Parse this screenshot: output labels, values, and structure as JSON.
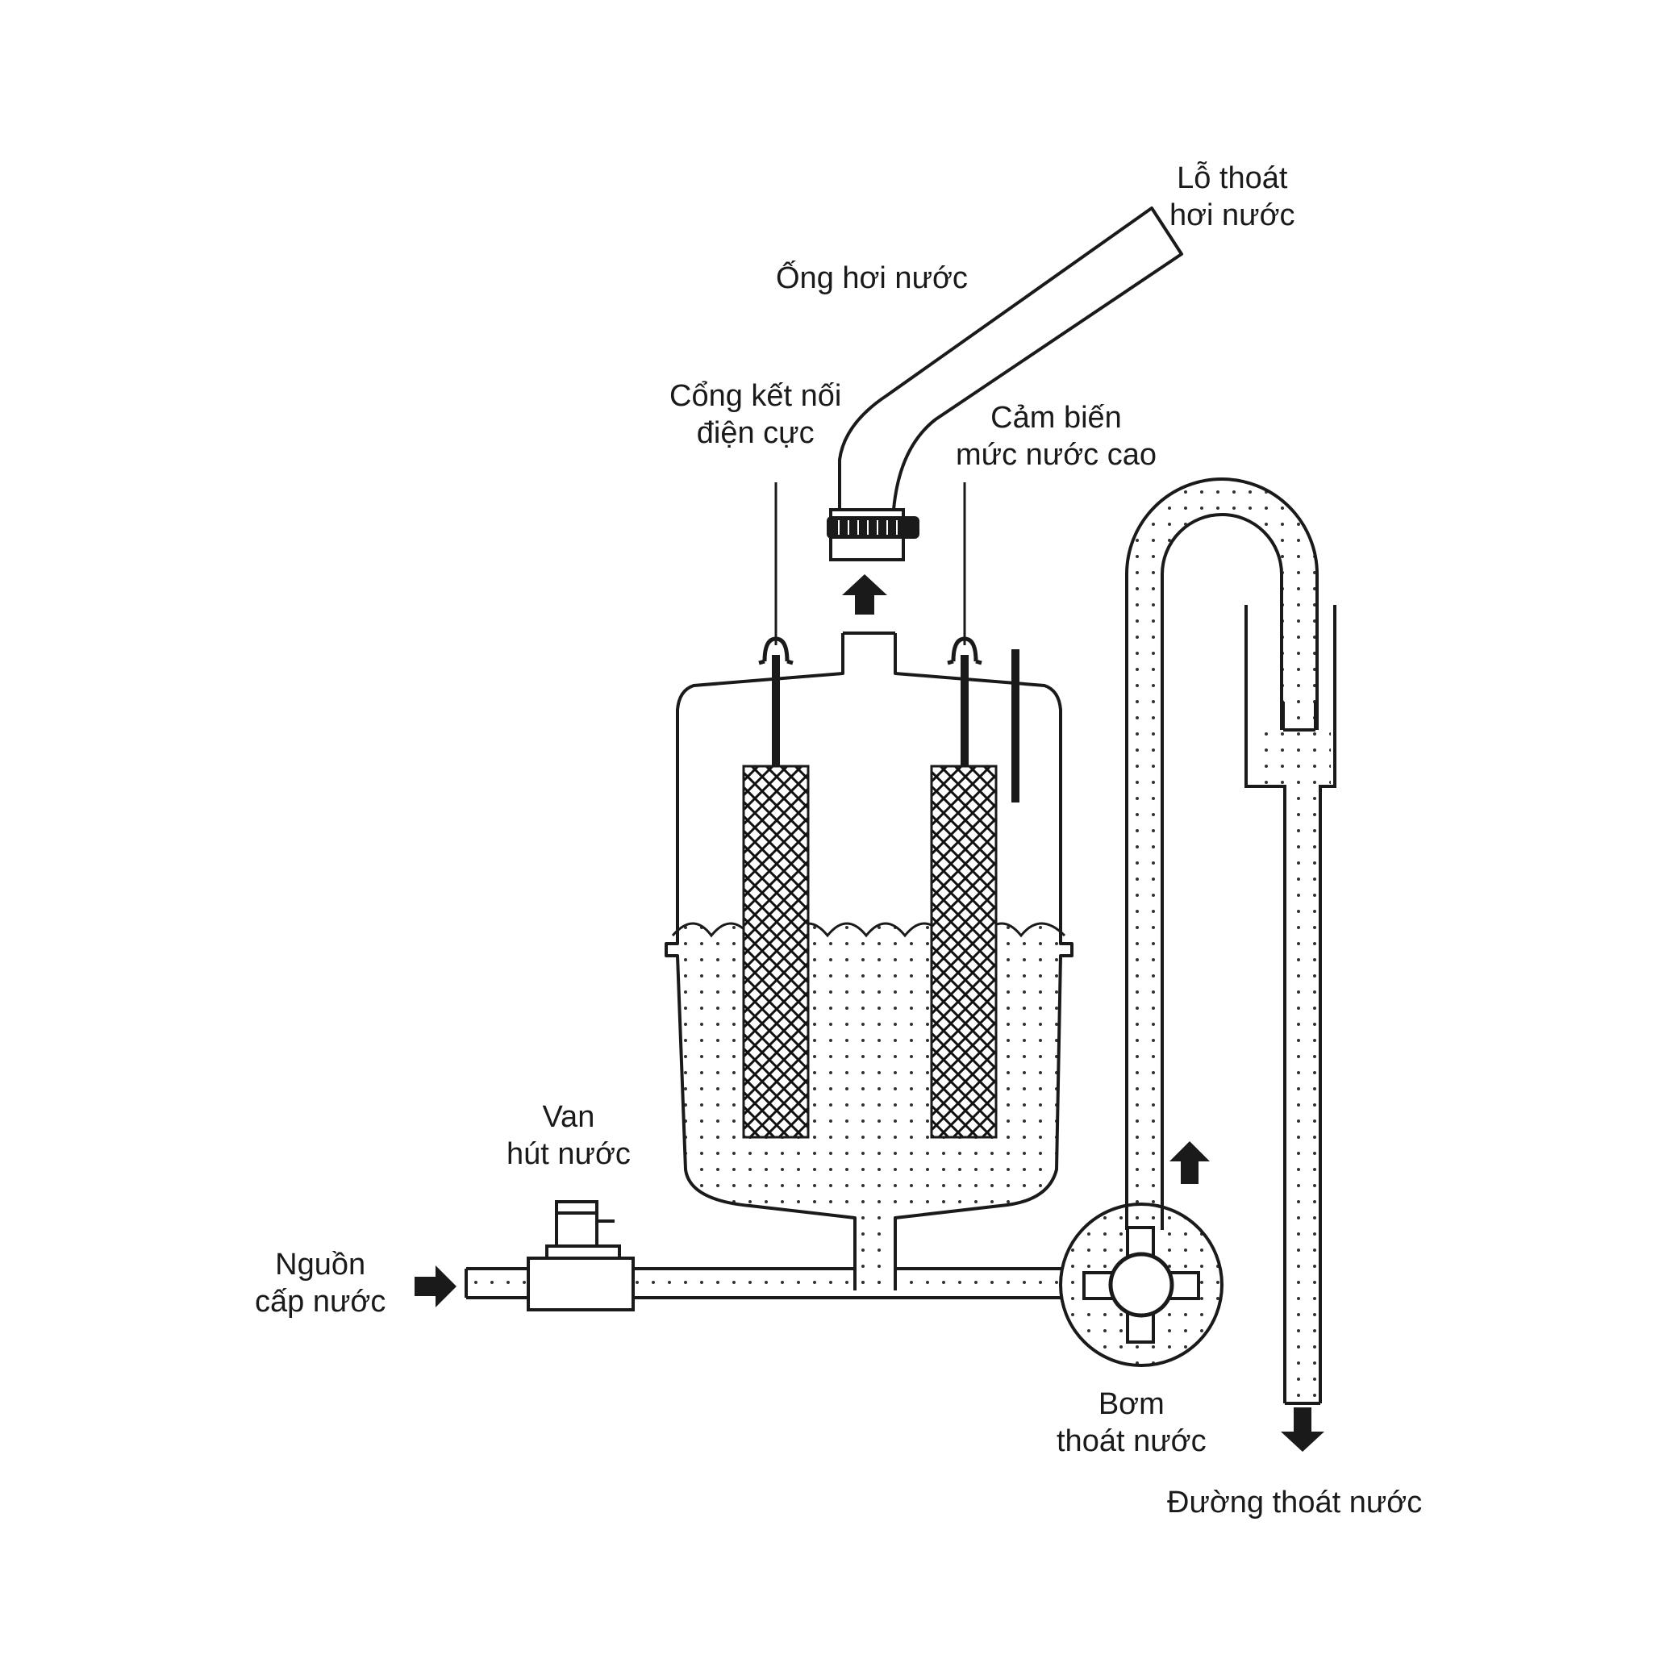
{
  "labels": {
    "vent": [
      "Lỗ thoát",
      "hơi nước"
    ],
    "steam_pipe": "Ống hơi nước",
    "electrode_port": [
      "Cổng kết nối",
      "điện cực"
    ],
    "level_sensor": [
      "Cảm biến",
      "mức nước cao"
    ],
    "inlet_valve": [
      "Van",
      "hút nước"
    ],
    "water_source": [
      "Nguồn",
      "cấp nước"
    ],
    "drain_pump": [
      "Bơm",
      "thoát nước"
    ],
    "drain_line": "Đường thoát nước"
  },
  "colors": {
    "line": "#1a1a1a",
    "background": "#ffffff"
  }
}
